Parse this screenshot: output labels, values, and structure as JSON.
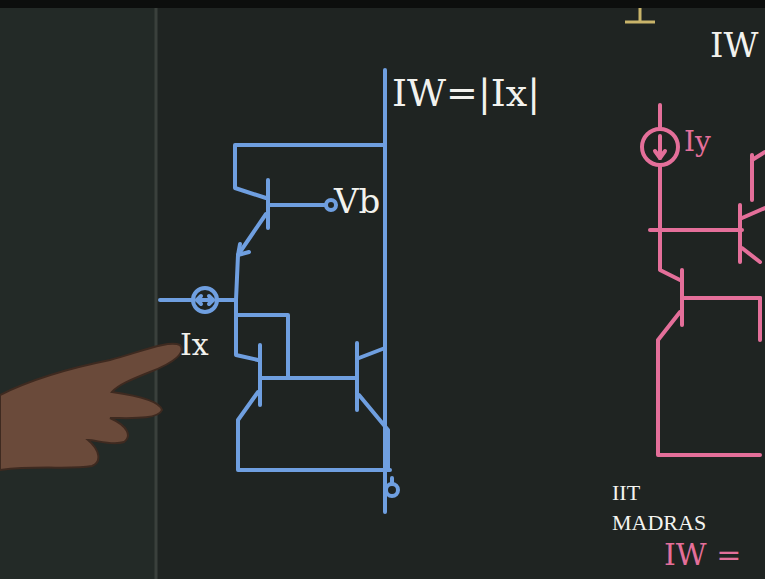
{
  "diagram": {
    "labels": [
      "IW=|Ix|",
      "Vb",
      "Ix",
      "Iy",
      "IW",
      "IIT MADRAS",
      "IW ="
    ]
  }
}
